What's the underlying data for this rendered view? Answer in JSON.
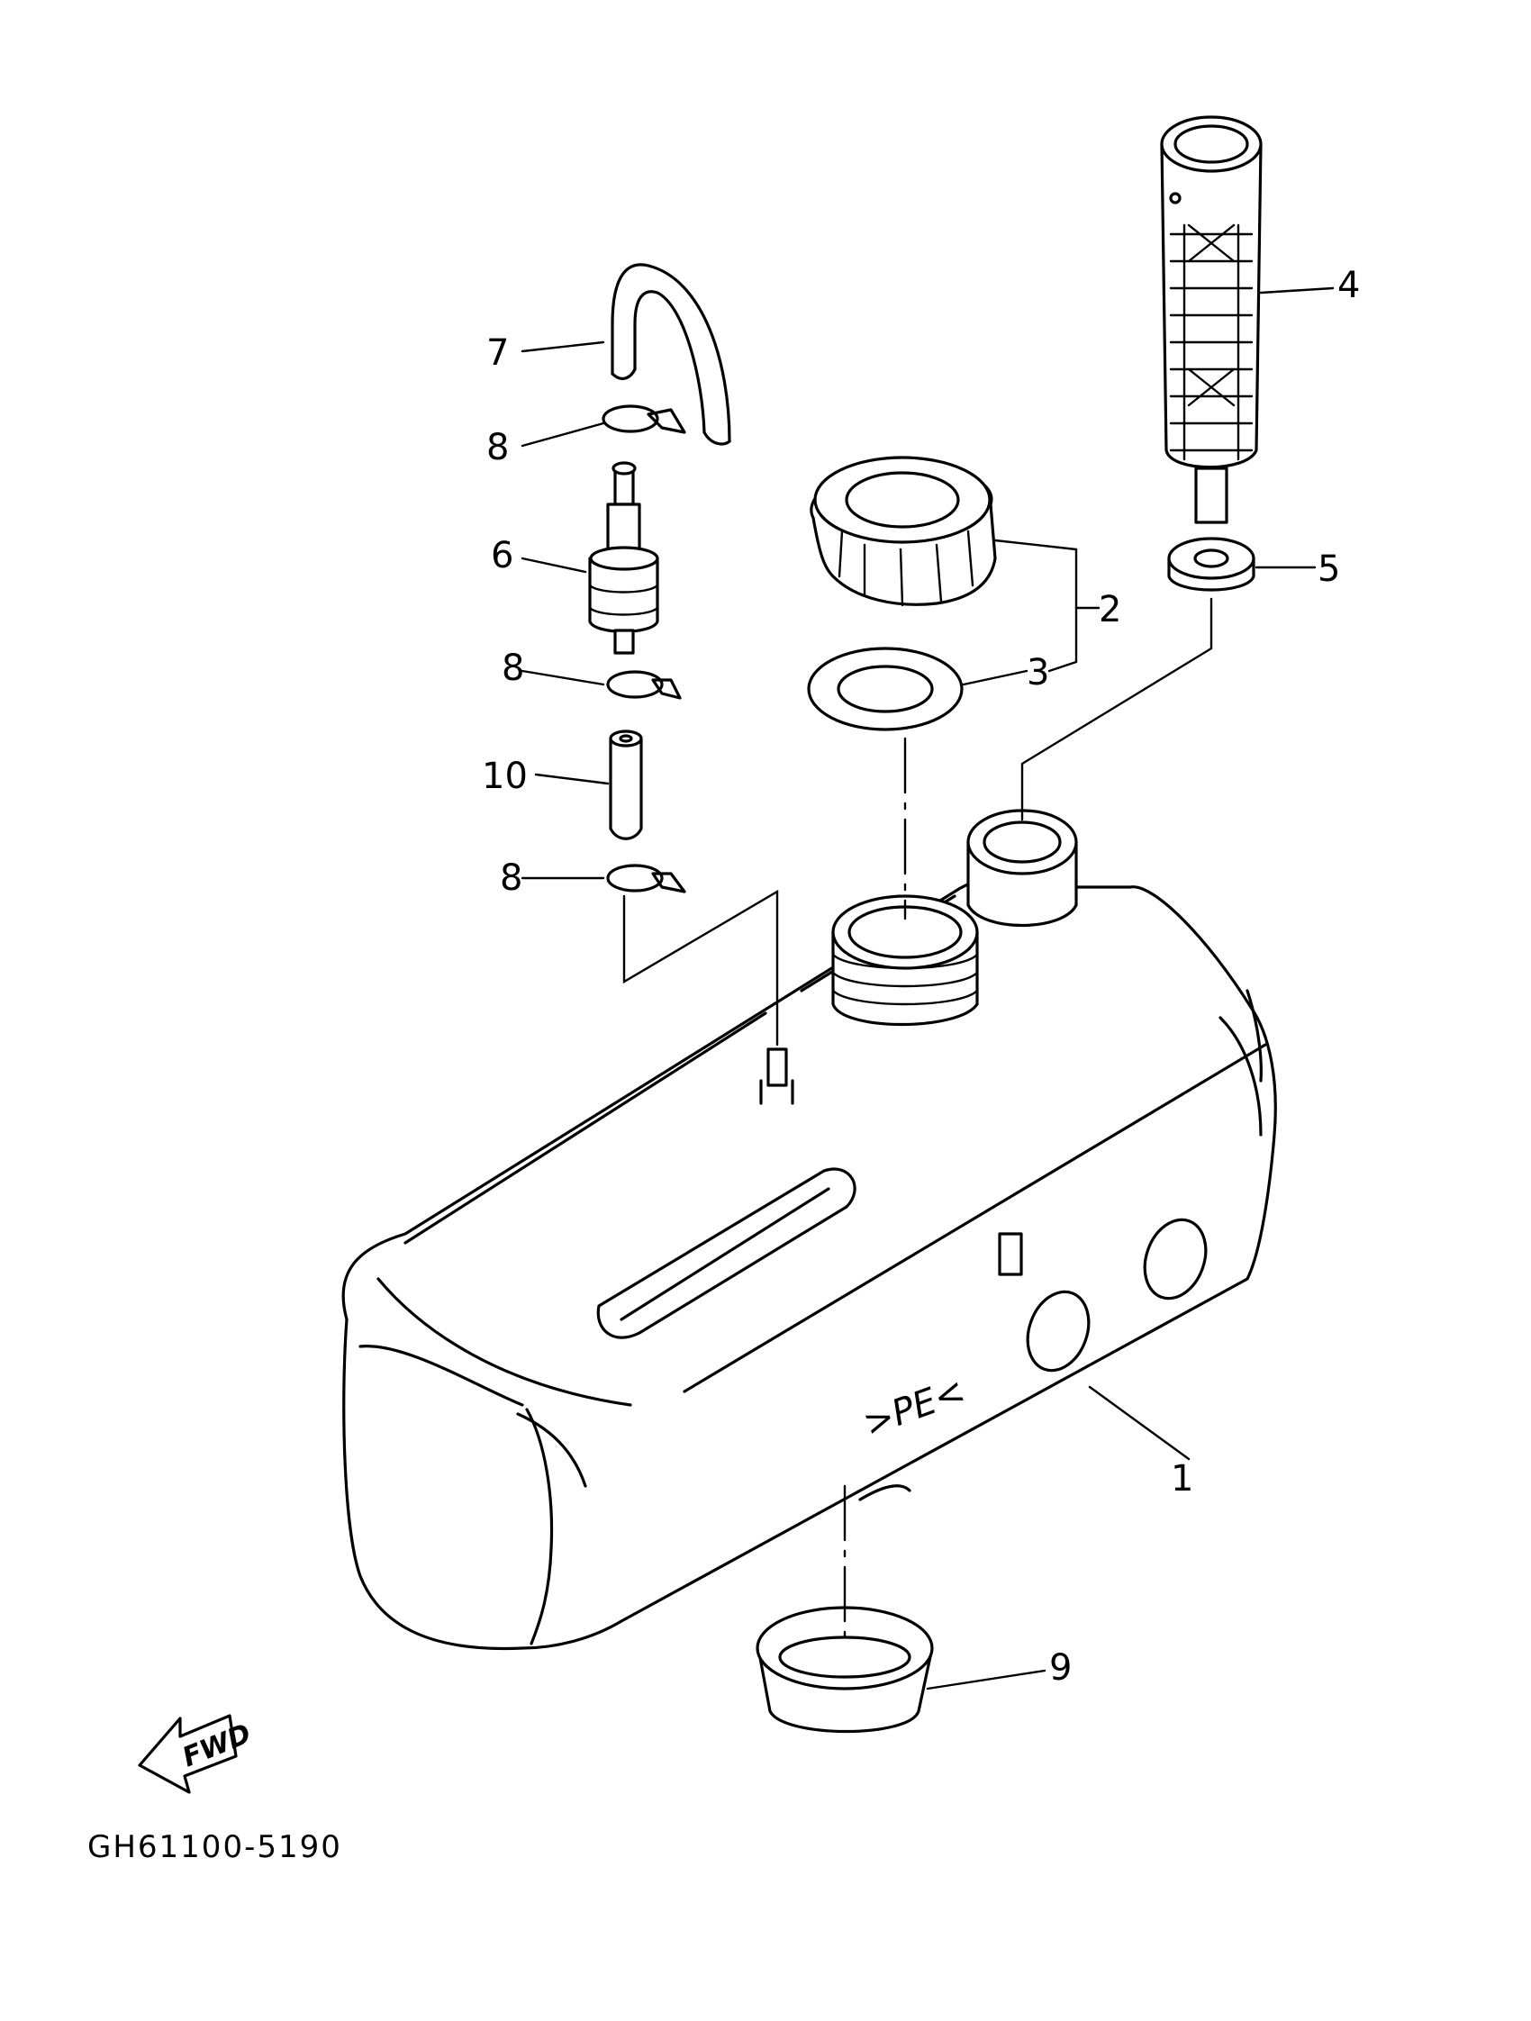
{
  "callouts": {
    "c1": "1",
    "c2": "2",
    "c3": "3",
    "c4": "4",
    "c5": "5",
    "c6": "6",
    "c7": "7",
    "c8a": "8",
    "c8b": "8",
    "c8c": "8",
    "c9": "9",
    "c10": "10"
  },
  "tank_marking": ">PE<",
  "fwd_label": "FWD",
  "diagram_code": "GH61100-5190"
}
